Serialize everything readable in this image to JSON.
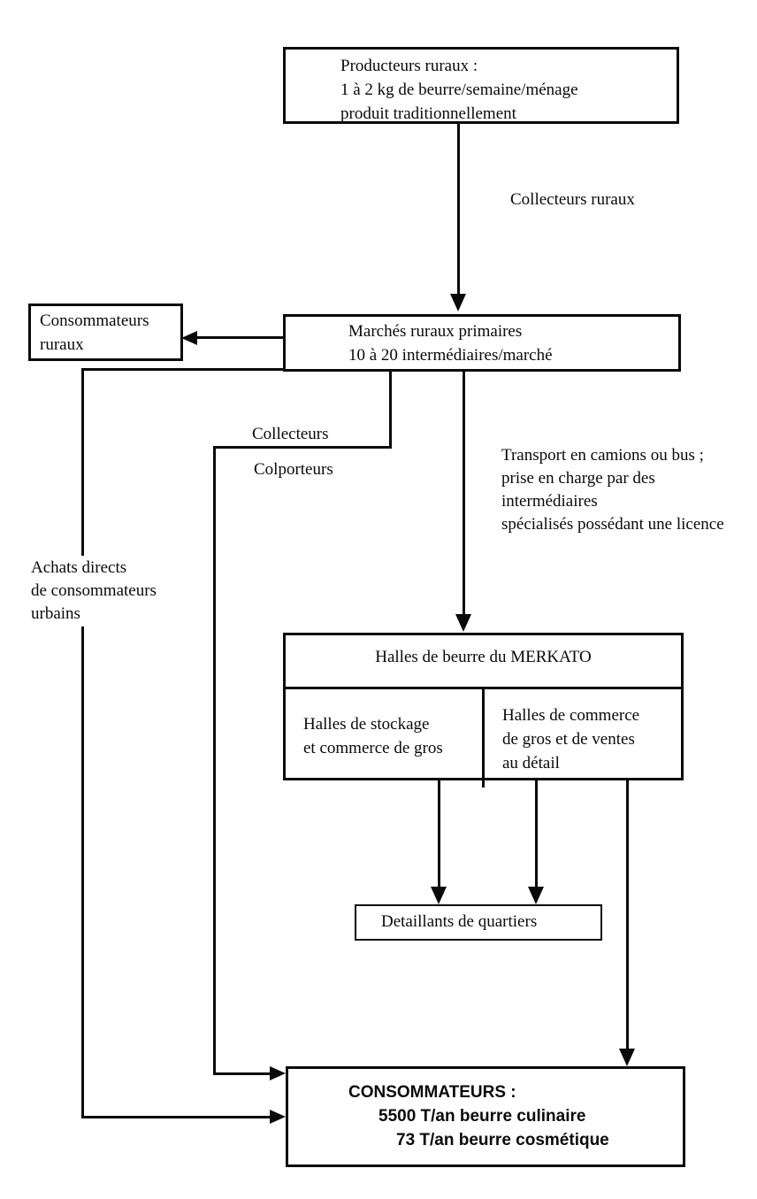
{
  "page": {
    "background_color": "#ffffff",
    "ink_color": "#0a0a0a"
  },
  "diagram": {
    "producteurs_box": {
      "lines": [
        "Producteurs ruraux :",
        "1 à 2 kg de beurre/semaine/ménage",
        "produit traditionnellement"
      ]
    },
    "consommateurs_ruraux_box": {
      "lines": [
        "Consommateurs",
        "ruraux"
      ]
    },
    "marches_box": {
      "lines": [
        "Marchés ruraux primaires",
        "10 à 20 intermédiaires/marché"
      ]
    },
    "halles_box": {
      "header": "Halles de beurre du MERKATO",
      "left_cell_lines": [
        "Halles de stockage",
        "et commerce de gros"
      ],
      "right_cell_lines": [
        "Halles de commerce",
        "de gros et de ventes",
        "au détail"
      ]
    },
    "detaillants_box": {
      "label": "Detaillants de quartiers"
    },
    "consommateurs_box": {
      "lines": [
        "CONSOMMATEURS :",
        "5500 T/an beurre culinaire",
        "73 T/an beurre cosmétique"
      ]
    },
    "edge_labels": {
      "collecteurs_ruraux": "Collecteurs ruraux",
      "collecteurs": "Collecteurs",
      "colporteurs": "Colporteurs",
      "achats_lines": [
        "Achats directs",
        "de consommateurs",
        "urbains"
      ],
      "transport_lines": [
        "Transport en camions ou bus ;",
        "prise en charge par des",
        "intermédiaires",
        "spécialisés possédant une licence"
      ]
    }
  }
}
